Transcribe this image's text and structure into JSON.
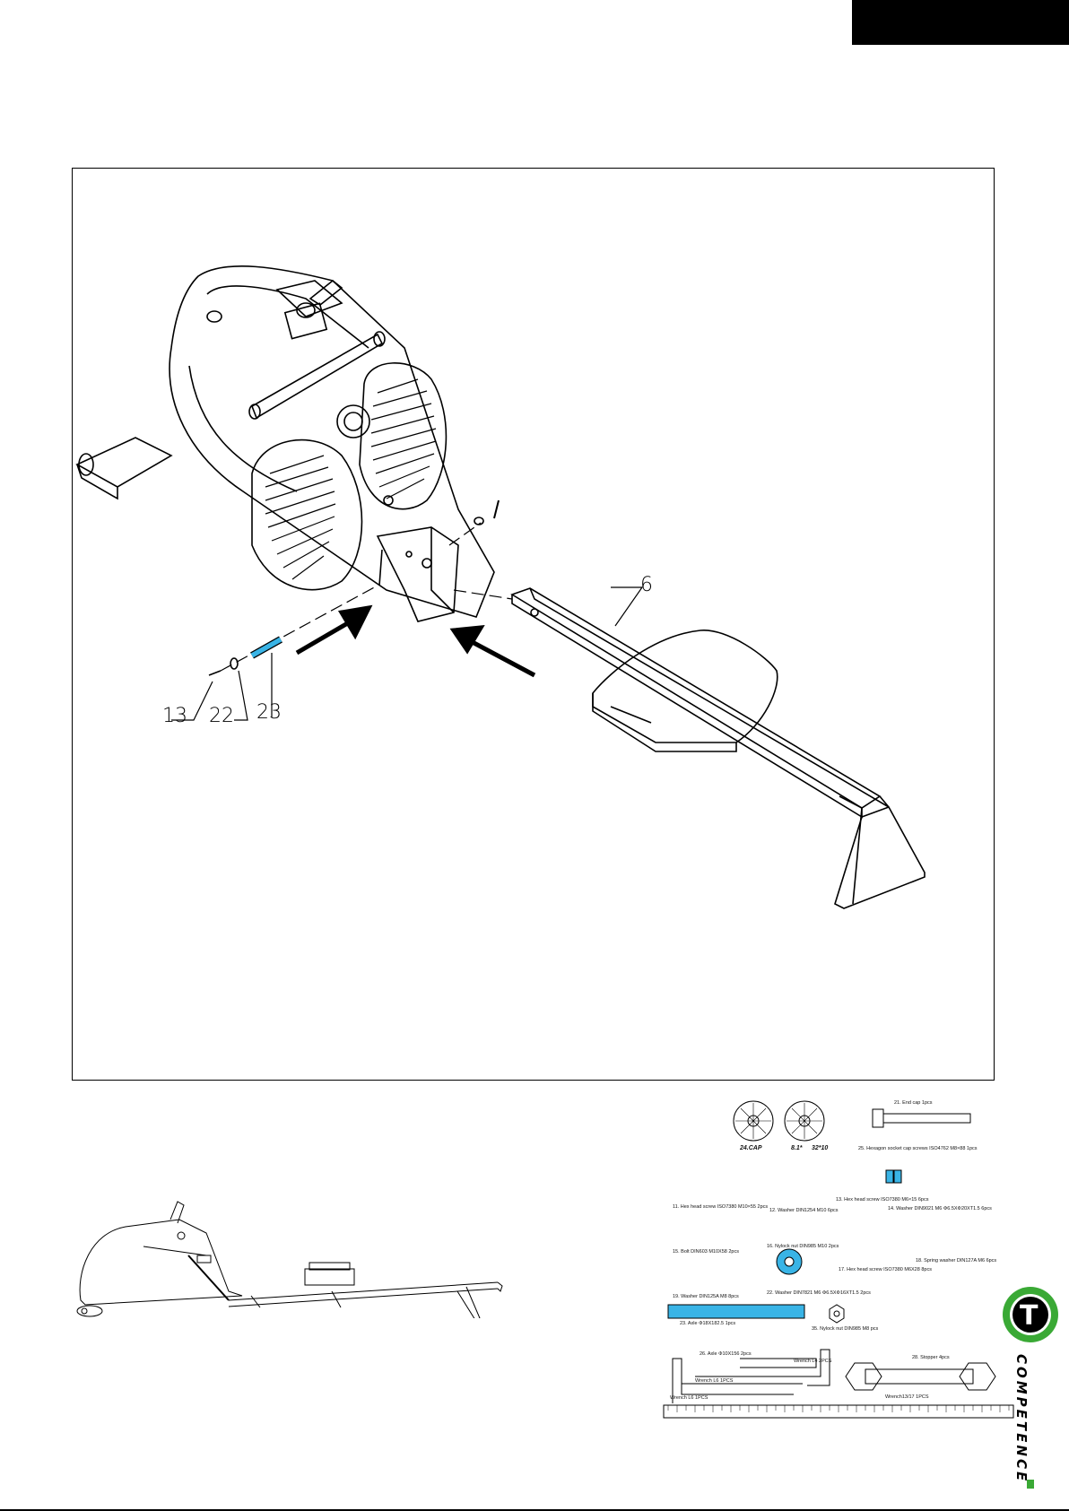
{
  "callouts": {
    "c6": "6",
    "c13": "13",
    "c22": "22",
    "c23": "23"
  },
  "parts": {
    "p24": "24.CAP",
    "p81": "8.1*",
    "p32": "32*10",
    "p21": "21. End cap 1pcs",
    "p25b": "25. Hexagon socket cap screws ISO4762 M8×88 1pcs",
    "p13": "13. Hex head screw ISO7380 M6×15 6pcs",
    "p11": "11. Hex head screw ISO7380 M10×55 2pcs",
    "p12": "12. Washer DIN1254 M10 6pcs",
    "p14": "14. Washer DIN9021 M6 Φ6.5XΦ20XT1.5 6pcs",
    "p15": "15. Bolt DIN603 M10X58 2pcs",
    "p16": "16. Nylock nut DIN985 M10 2pcs",
    "p18": "18. Spring washer DIN127A M6 6pcs",
    "p17": "17. Hex head screw ISO7380 M6X28 8pcs",
    "p19": "19. Washer DIN125A M8 8pcs",
    "p22": "22. Washer DIN7821 M6 Φ6.5XΦ16XT1.5 2pcs",
    "p23": "23. Axle Φ18X182.5 1pcs",
    "p35": "35. Nylock nut DIN985 M8 pcs",
    "p26": "26. Axle Φ10X156 2pcs",
    "p28": "28. Stopper 4pcs",
    "wrL4": "Wrench L4 2PCS",
    "wrL6a": "Wrench L6 1PCS",
    "wrL6b": "Wrench L6 1PCS",
    "wr1317": "Wrench13/17 1PCS"
  },
  "brand": {
    "name": "COMPETENCE",
    "logo_letter": "T",
    "accent": "#3aa935",
    "highlight": "#39b4e6"
  }
}
